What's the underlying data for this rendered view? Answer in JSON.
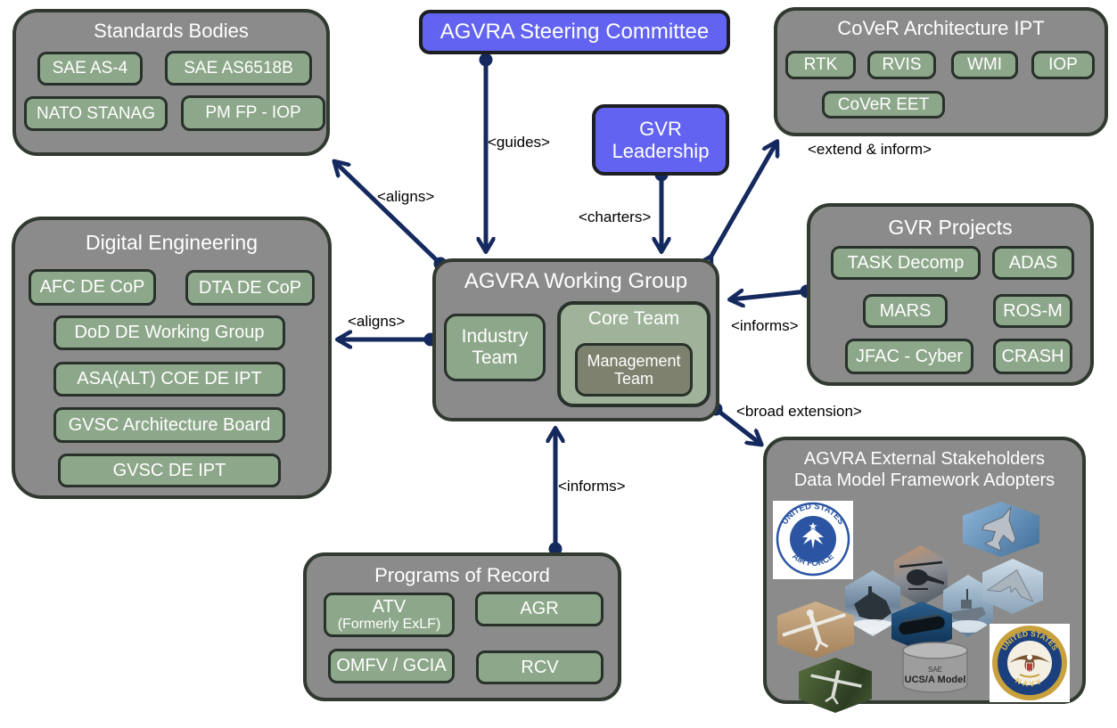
{
  "nodes": {
    "standards": {
      "title": "Standards Bodies",
      "items": [
        "SAE AS-4",
        "SAE AS6518B",
        "NATO STANAG",
        "PM FP - IOP"
      ]
    },
    "steering": {
      "label": "AGVRA Steering Committee"
    },
    "cover": {
      "title": "CoVeR Architecture IPT",
      "items": [
        "RTK",
        "RVIS",
        "WMI",
        "IOP",
        "CoVeR EET"
      ]
    },
    "leadership": {
      "label": "GVR Leadership"
    },
    "working_group": {
      "title": "AGVRA Working Group",
      "industry_team": "Industry Team",
      "core_team": "Core Team",
      "management_team": "Management Team"
    },
    "digital_engineering": {
      "title": "Digital Engineering",
      "items": [
        "AFC DE CoP",
        "DTA DE CoP",
        "DoD DE Working Group",
        "ASA(ALT) COE DE IPT",
        "GVSC Architecture Board",
        "GVSC DE IPT"
      ]
    },
    "gvr_projects": {
      "title": "GVR Projects",
      "items": [
        "TASK Decomp",
        "ADAS",
        "MARS",
        "ROS-M",
        "JFAC - Cyber",
        "CRASH"
      ]
    },
    "programs": {
      "title": "Programs of Record",
      "items": [
        "ATV",
        "AGR",
        "OMFV / GCIA",
        "RCV"
      ],
      "atv_note": "(Formerly ExLF)"
    },
    "external": {
      "title_line1": "AGVRA External Stakeholders",
      "title_line2": "Data Model Framework Adopters",
      "air_force_seal": {
        "top_text": "UNITED STATES",
        "bottom_text": "AIR FORCE"
      },
      "navy_seal": {
        "top_text": "UNITED STATES",
        "bottom_text": "NAVY"
      },
      "ucs_model": {
        "line1": "SAE",
        "line2": "UCS/A Model"
      }
    }
  },
  "edges": {
    "guides": {
      "label": "<guides>"
    },
    "charters": {
      "label": "<charters>"
    },
    "aligns_standards": {
      "label": "<aligns>"
    },
    "extend_inform": {
      "label": "<extend & inform>"
    },
    "aligns_de": {
      "label": "<aligns>"
    },
    "informs_projects": {
      "label": "<informs>"
    },
    "informs_programs": {
      "label": "<informs>"
    },
    "broad_extension": {
      "label": "<broad extension>"
    }
  },
  "colors": {
    "container_gray": "#8b8b8b",
    "chip_green": "#8da78a",
    "core_team_green": "#9eb39a",
    "management_olive": "#7d816d",
    "accent_blue": "#6263f1",
    "arrow_navy": "#14295e",
    "border_dark": "#313a30"
  }
}
